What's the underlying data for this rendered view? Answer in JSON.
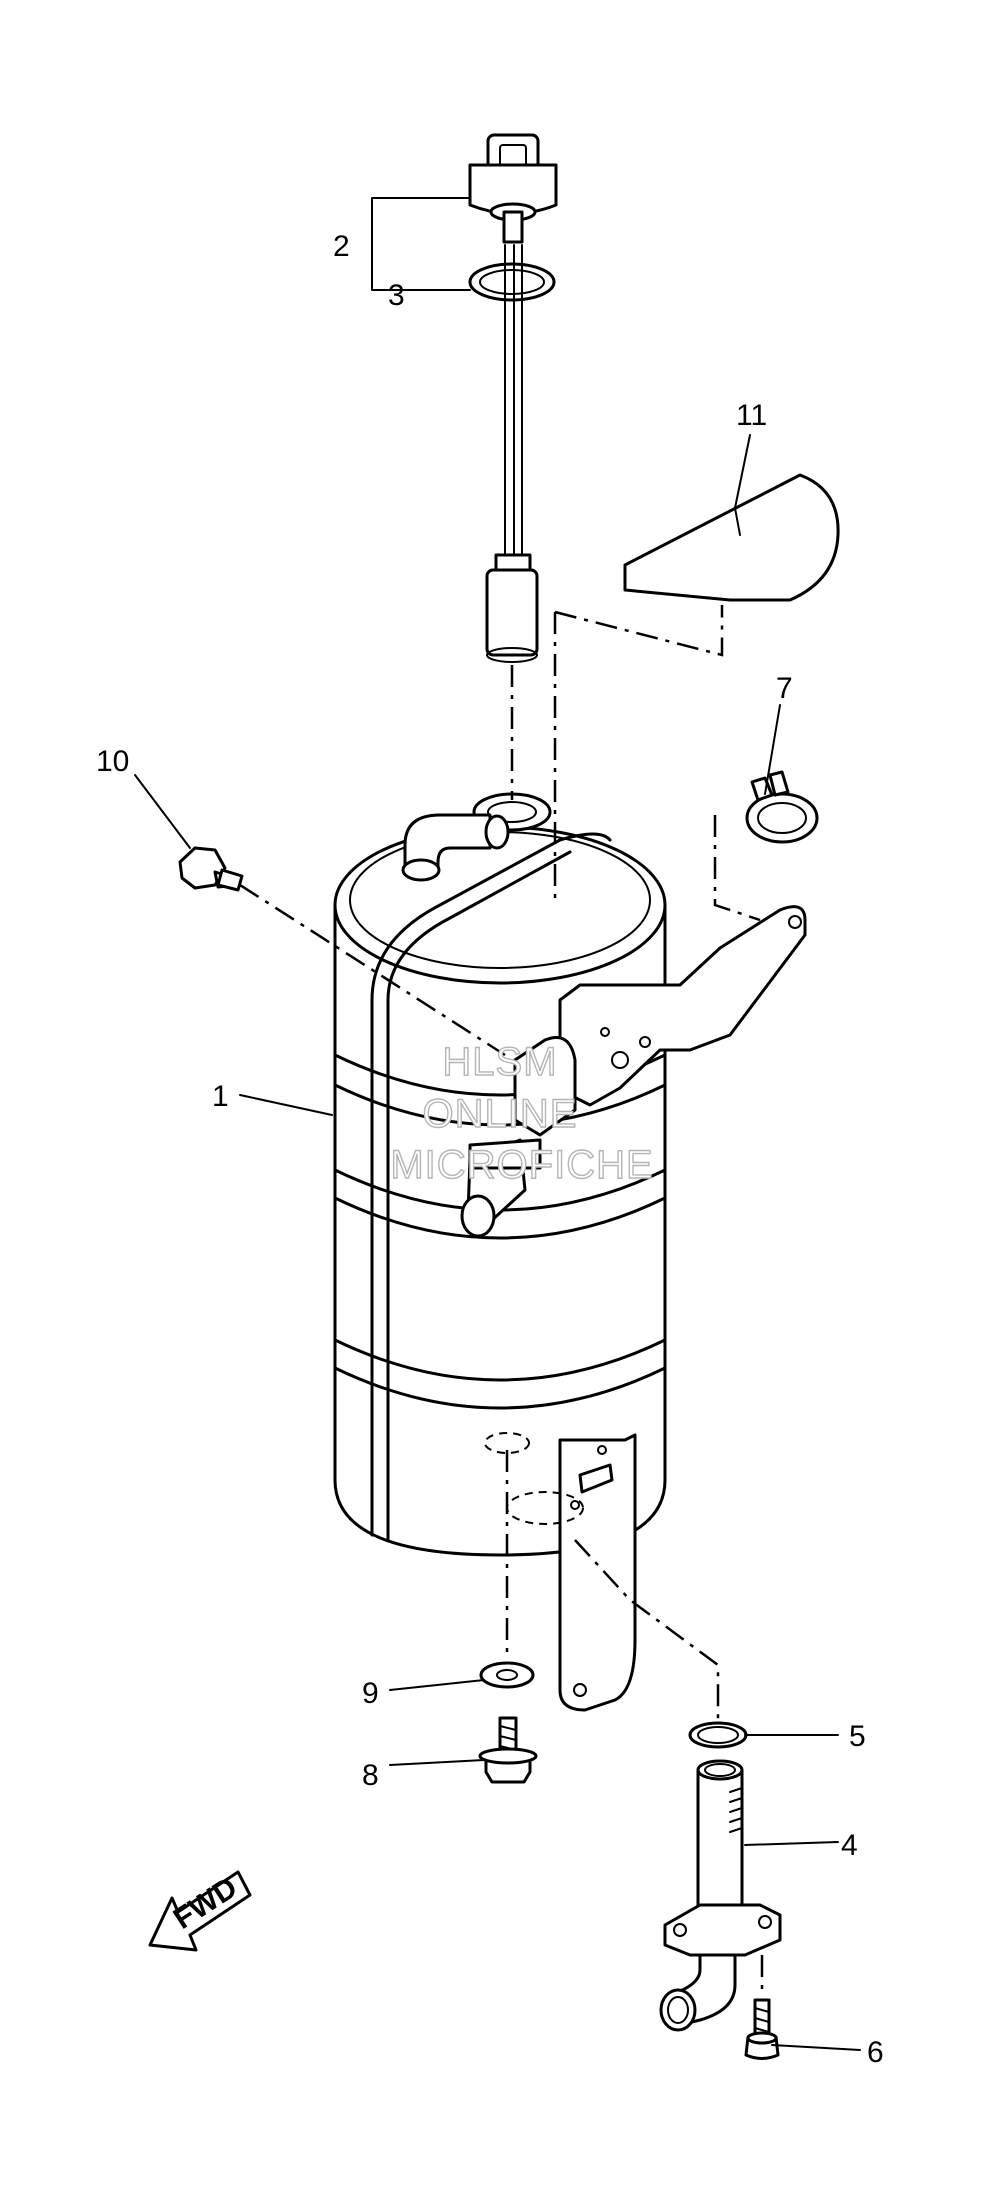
{
  "diagram": {
    "callouts": [
      {
        "id": "1",
        "label": "1"
      },
      {
        "id": "2",
        "label": "2"
      },
      {
        "id": "3",
        "label": "3"
      },
      {
        "id": "4",
        "label": "4"
      },
      {
        "id": "5",
        "label": "5"
      },
      {
        "id": "6",
        "label": "6"
      },
      {
        "id": "7",
        "label": "7"
      },
      {
        "id": "8",
        "label": "8"
      },
      {
        "id": "9",
        "label": "9"
      },
      {
        "id": "10",
        "label": "10"
      },
      {
        "id": "11",
        "label": "11"
      }
    ],
    "direction_arrow": {
      "label": "FWD"
    },
    "watermark": {
      "line1": "HLSM",
      "line2": "ONLINE",
      "line3": "MICROFICHE",
      "color": "#b5b5b5"
    },
    "line_color": "#000000",
    "background": "#ffffff"
  }
}
